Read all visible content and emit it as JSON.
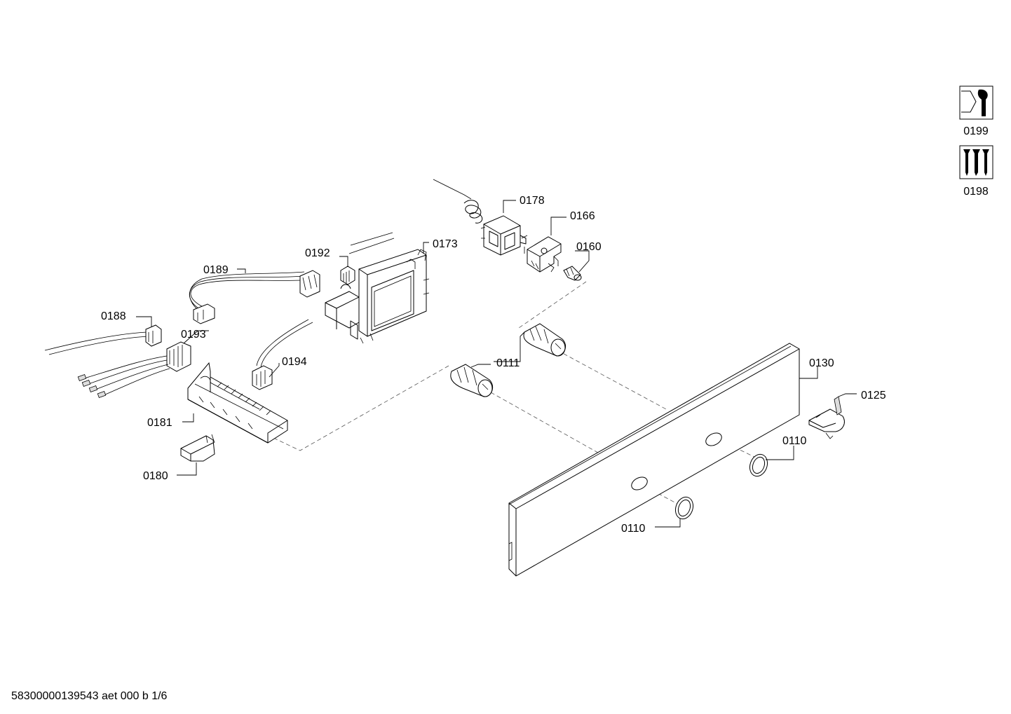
{
  "labels": {
    "p0199": "0199",
    "p0198": "0198",
    "p0178": "0178",
    "p0166": "0166",
    "p0160": "0160",
    "p0173": "0173",
    "p0192": "0192",
    "p0189": "0189",
    "p0188": "0188",
    "p0193": "0193",
    "p0194": "0194",
    "p0111": "0111",
    "p0130": "0130",
    "p0125": "0125",
    "p0110a": "0110",
    "p0110b": "0110",
    "p0181": "0181",
    "p0180": "0180"
  },
  "icons": {
    "p0199": "wrench-nut-icon",
    "p0198": "screws-icon"
  },
  "footer": {
    "drawing_id": "58300000139543 aet 000 b 1/6"
  }
}
